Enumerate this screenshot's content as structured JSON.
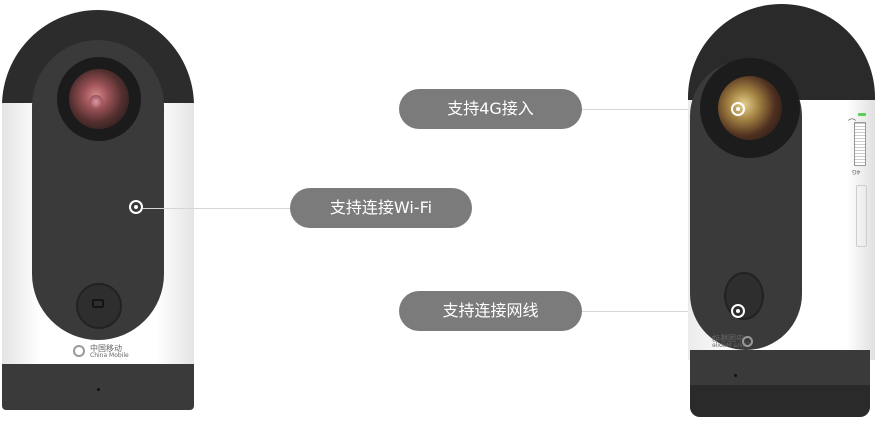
{
  "callouts": [
    {
      "label": "支持连接Wi-Fi"
    },
    {
      "label": "支持4G接入"
    },
    {
      "label": "支持连接网线"
    }
  ],
  "camera_front": {
    "brand_cn": "中国移动",
    "brand_en": "China Mobile"
  },
  "camera_side": {
    "brand_cn": "中国移动",
    "brand_en": "China Mobile",
    "switch_label": "4G"
  },
  "colors": {
    "pill": "#7b7b7b",
    "body_dark": "#3a3a3a",
    "body_white": "#ffffff",
    "led_green": "#55d155"
  }
}
